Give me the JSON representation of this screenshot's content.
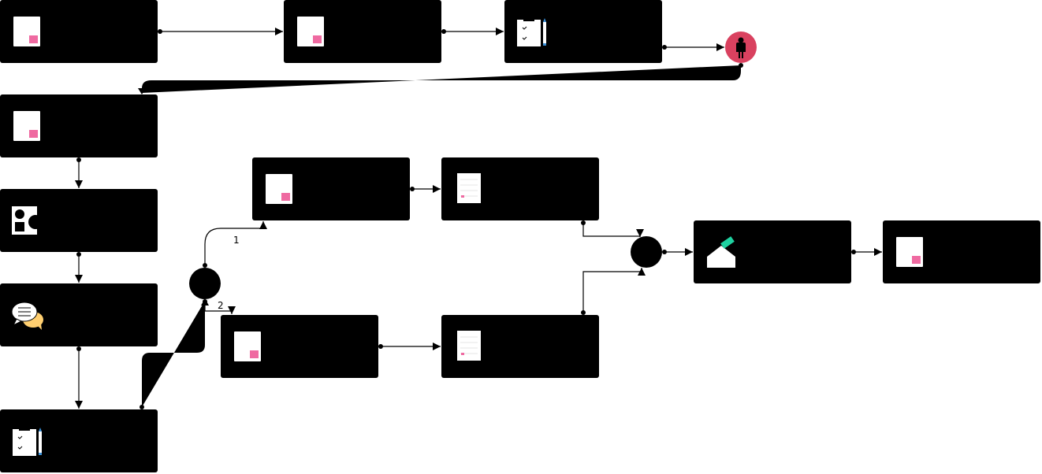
{
  "diagram": {
    "colors": {
      "node_fill": "#000000",
      "connector": "#000000",
      "canvas": "#ffffff",
      "start_event": "#d9415f",
      "doc_accent": "#ef6aa1",
      "chat_bubble": "#ffcf70",
      "envelope_accent": "#1fd1a0",
      "pencil": "#3a8fd6"
    },
    "nodes": [
      {
        "id": "t1",
        "kind": "task",
        "icon": "document-icon"
      },
      {
        "id": "t2",
        "kind": "task",
        "icon": "document-icon"
      },
      {
        "id": "t3",
        "kind": "task",
        "icon": "clipboard-pencil-icon"
      },
      {
        "id": "start",
        "kind": "start-event",
        "icon": "person-icon"
      },
      {
        "id": "t4",
        "kind": "task",
        "icon": "document-icon"
      },
      {
        "id": "t5",
        "kind": "task",
        "icon": "shapes-icon"
      },
      {
        "id": "t6",
        "kind": "task",
        "icon": "chat-bubbles-icon"
      },
      {
        "id": "t7",
        "kind": "task",
        "icon": "clipboard-pencil-icon"
      },
      {
        "id": "split",
        "kind": "gateway",
        "icon": ""
      },
      {
        "id": "t8",
        "kind": "task",
        "icon": "document-icon"
      },
      {
        "id": "t9",
        "kind": "task",
        "icon": "document-lines-icon"
      },
      {
        "id": "t10",
        "kind": "task",
        "icon": "document-icon"
      },
      {
        "id": "t11",
        "kind": "task",
        "icon": "document-lines-icon"
      },
      {
        "id": "merge",
        "kind": "gateway",
        "icon": ""
      },
      {
        "id": "t12",
        "kind": "task",
        "icon": "envelope-icon"
      },
      {
        "id": "t13",
        "kind": "task",
        "icon": "document-icon"
      }
    ],
    "edges": [
      {
        "from": "t1",
        "to": "t2",
        "label": ""
      },
      {
        "from": "t2",
        "to": "t3",
        "label": ""
      },
      {
        "from": "t3",
        "to": "start",
        "label": ""
      },
      {
        "from": "start",
        "to": "t4",
        "label": ""
      },
      {
        "from": "t4",
        "to": "t5",
        "label": ""
      },
      {
        "from": "t5",
        "to": "t6",
        "label": ""
      },
      {
        "from": "t6",
        "to": "t7",
        "label": ""
      },
      {
        "from": "t7",
        "to": "split",
        "label": ""
      },
      {
        "from": "split",
        "to": "t8",
        "label": "1"
      },
      {
        "from": "split",
        "to": "t10",
        "label": "2"
      },
      {
        "from": "t8",
        "to": "t9",
        "label": ""
      },
      {
        "from": "t10",
        "to": "t11",
        "label": ""
      },
      {
        "from": "t9",
        "to": "merge",
        "label": ""
      },
      {
        "from": "t11",
        "to": "merge",
        "label": ""
      },
      {
        "from": "merge",
        "to": "t12",
        "label": ""
      },
      {
        "from": "t12",
        "to": "t13",
        "label": ""
      }
    ]
  }
}
